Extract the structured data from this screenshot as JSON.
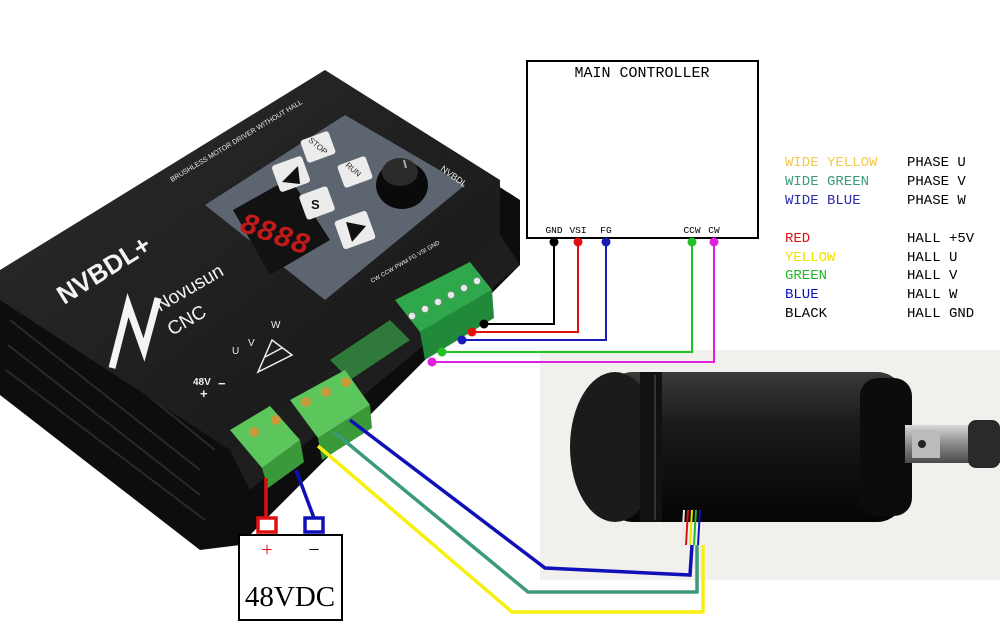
{
  "controller": {
    "title": "MAIN CONTROLLER",
    "pins": [
      "GND",
      "VSI",
      "FG",
      "CCW",
      "CW"
    ]
  },
  "driver": {
    "brand_model": "NVBDL+",
    "panel_label": "BRUSHLESS MOTOR DRIVER WITHOUT HALL",
    "panel_model": "NVBDL",
    "button_stop": "STOP",
    "button_run": "RUN",
    "button_s": "S",
    "display_digits": "8888",
    "logo_line1": "Novusun",
    "logo_line2": "CNC",
    "terminal_labels": "CW CCW PWM FG VSI GND",
    "power_label_voltage": "48V",
    "power_label_plus": "+",
    "power_label_minus": "−",
    "phase_label_u": "U",
    "phase_label_v": "V",
    "phase_label_w": "W"
  },
  "battery": {
    "label": "48VDC",
    "plus": "+",
    "minus": "−"
  },
  "legend": {
    "items": [
      {
        "wire": "WIDE YELLOW",
        "function": "PHASE U",
        "color": "#f2c94c"
      },
      {
        "wire": "WIDE GREEN",
        "function": "PHASE V",
        "color": "#3a9a7a"
      },
      {
        "wire": "WIDE BLUE",
        "function": "PHASE W",
        "color": "#2b2bb0"
      },
      {
        "wire": "RED",
        "function": "HALL +5V",
        "color": "#e01010"
      },
      {
        "wire": "YELLOW",
        "function": "HALL U",
        "color": "#f2e100"
      },
      {
        "wire": "GREEN",
        "function": "HALL V",
        "color": "#22b822"
      },
      {
        "wire": "BLUE",
        "function": "HALL W",
        "color": "#1010c0"
      },
      {
        "wire": "BLACK",
        "function": "HALL GND",
        "color": "#000000"
      }
    ]
  },
  "wire_colors": {
    "gnd": "#000000",
    "vsi": "#e01010",
    "fg": "#1a1ab8",
    "ccw": "#22c022",
    "cw": "#e020e0",
    "phase_u": "#f7ef10",
    "phase_v": "#3a9a7a",
    "phase_w": "#1010b8",
    "battery_plus": "#e01010",
    "battery_minus": "#1010b8"
  }
}
